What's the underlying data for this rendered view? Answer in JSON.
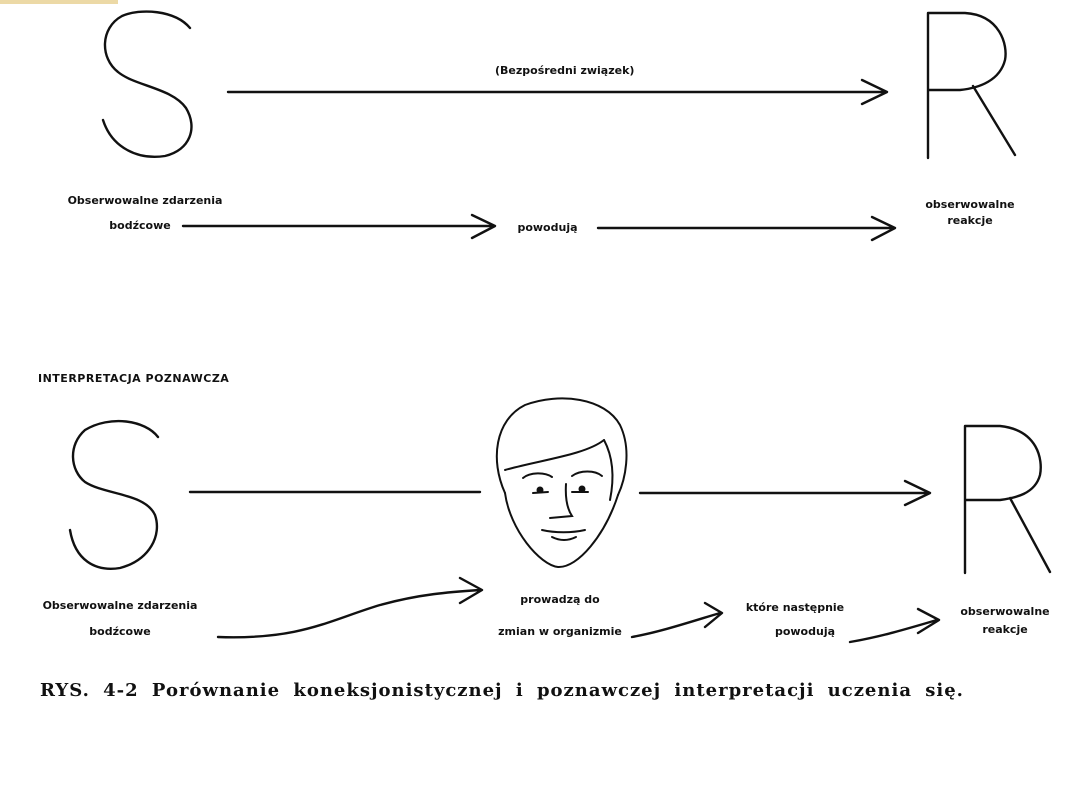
{
  "top_diagram": {
    "stimulus_letter": "S",
    "response_letter": "R",
    "direct_link_label": "(Bezpośredni związek)",
    "stimulus_label_line1": "Obserwowalne zdarzenia",
    "stimulus_label_line2": "bodźcowe",
    "middle_label": "powodują",
    "response_label_line1": "obserwowalne",
    "response_label_line2": "reakcje"
  },
  "bottom_diagram": {
    "section_header": "INTERPRETACJA POZNAWCZA",
    "stimulus_letter": "S",
    "response_letter": "R",
    "organism_icon": "face-icon",
    "stimulus_label_line1": "Obserwowalne zdarzenia",
    "stimulus_label_line2": "bodźcowe",
    "organism_label_line1": "prowadzą do",
    "organism_label_line2": "zmian w organizmie",
    "then_label_line1": "które następnie",
    "then_label_line2": "powodują",
    "response_label_line1": "obserwowalne",
    "response_label_line2": "reakcje"
  },
  "caption": "RYS. 4-2 Porównanie koneksjonistycznej i poznawczej interpretacji uczenia się."
}
